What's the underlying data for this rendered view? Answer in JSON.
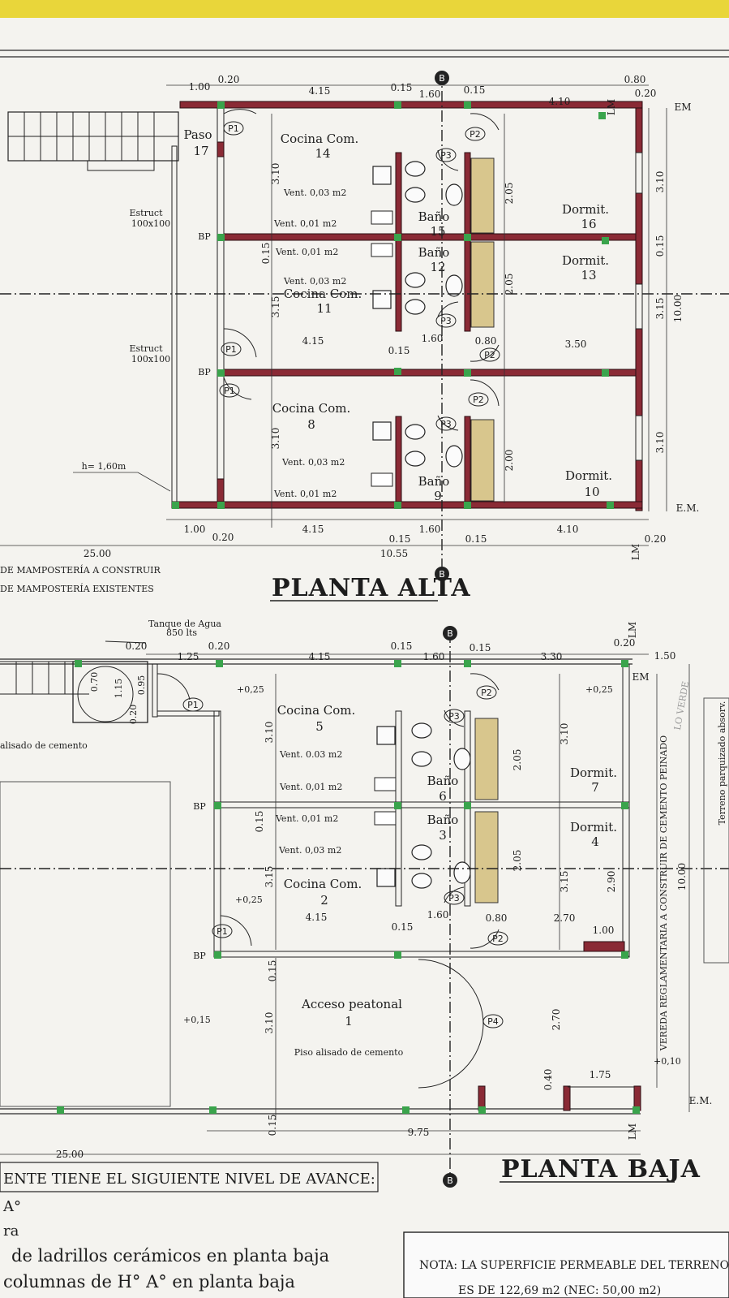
{
  "sections": {
    "upper": {
      "title": "PLANTA ALTA",
      "rooms": {
        "paso": "Paso",
        "paso_n": "17",
        "cocina14": "Cocina Com.",
        "cocina14_n": "14",
        "cocina11": "Cocina Com.",
        "cocina11_n": "11",
        "cocina8": "Cocina Com.",
        "cocina8_n": "8",
        "bano15": "Baño",
        "bano15_n": "15",
        "bano12": "Baño",
        "bano12_n": "12",
        "bano9": "Baño",
        "bano9_n": "9",
        "dormit16": "Dormit.",
        "dormit16_n": "16",
        "dormit13": "Dormit.",
        "dormit13_n": "13",
        "dormit10": "Dormit.",
        "dormit10_n": "10"
      },
      "notes": {
        "estruct1": "Estruct",
        "estruct1b": "100x100",
        "estruct2": "Estruct",
        "estruct2b": "100x100",
        "h": "h= 1,60m",
        "bp1": "BP",
        "bp2": "BP",
        "vent_a": "Vent. 0,03 m2",
        "vent_b": "Vent. 0,01 m2",
        "vent_c": "Vent. 0,01 m2",
        "vent_d": "Vent. 0,03 m2",
        "vent_e": "Vent. 0,03 m2",
        "vent_f": "Vent. 0,01 m2"
      },
      "dims": {
        "d100": "1.00",
        "d020": "0.20",
        "d415": "4.15",
        "d015a": "0.15",
        "d160": "1.60",
        "d015b": "0.15",
        "d410": "4.10",
        "d080": "0.80",
        "d020b": "0.20",
        "d310a": "3.10",
        "d315": "3.15",
        "d310b": "3.10",
        "d015v": "0.15",
        "d415m": "4.15",
        "d160m": "1.60",
        "d015m": "0.15",
        "d080m": "0.80",
        "d350": "3.50",
        "d205a": "2.05",
        "d205b": "2.05",
        "d200": "2.00",
        "d310r": "3.10",
        "d015r": "0.15",
        "d315r": "3.15",
        "d310r2": "3.10",
        "d1000": "10.00",
        "b100": "1.00",
        "b020": "0.20",
        "b415": "4.15",
        "b015": "0.15",
        "b160": "1.60",
        "b015b": "0.15",
        "b410": "4.10",
        "b020r": "0.20",
        "b2500": "25.00",
        "b1055": "10.55",
        "em": "EM",
        "em2": "E.M.",
        "lm": "LM",
        "lm2": "LM",
        "b": "B",
        "b2": "B"
      },
      "legend1": "DE MAMPOSTERÍA A CONSTRUIR",
      "legend2": "DE MAMPOSTERÍA EXISTENTES"
    },
    "lower": {
      "title": "PLANTA BAJA",
      "rooms": {
        "cocina5": "Cocina Com.",
        "cocina5_n": "5",
        "cocina2": "Cocina Com.",
        "cocina2_n": "2",
        "bano6": "Baño",
        "bano6_n": "6",
        "bano3": "Baño",
        "bano3_n": "3",
        "dormit7": "Dormit.",
        "dormit7_n": "7",
        "dormit4": "Dormit.",
        "dormit4_n": "4",
        "acceso": "Acceso peatonal",
        "acceso_n": "1",
        "piso": "Piso alisado de cemento"
      },
      "notes": {
        "tanque": "Tanque de Agua",
        "tanque2": "850 lts",
        "alisado": "alisado de cemento",
        "vent_a": "Vent. 0.03 m2",
        "vent_b": "Vent. 0,01 m2",
        "vent_c": "Vent. 0,01 m2",
        "vent_d": "Vent. 0,03 m2",
        "bp1": "BP",
        "bp2": "BP",
        "lvl1": "+0,25",
        "lvl2": "+0,25",
        "lvl3": "+0,25",
        "lvl4": "+0,15",
        "lvl5": "+0,10",
        "vereda": "VEREDA REGLAMENTARIA A CONSTRUIR DE CEMENTO PEINADO",
        "terreno": "Terreno parquizado absorv.",
        "verde": "LO VERDE"
      },
      "dims": {
        "d020": "0.20",
        "d125": "1.25",
        "d020b": "0.20",
        "d415": "4.15",
        "d015": "0.15",
        "d160": "1.60",
        "d015b": "0.15",
        "d330": "3.30",
        "d020c": "0.20",
        "d150": "1.50",
        "d070": "0.70",
        "d115": "1.15",
        "d095": "0.95",
        "d020v": "0.20",
        "d310": "3.10",
        "d015v": "0.15",
        "d315": "3.15",
        "d205a": "2.05",
        "d205b": "2.05",
        "d415m": "4.15",
        "d160m": "1.60",
        "d015m": "0.15",
        "d080m": "0.80",
        "d270m": "2.70",
        "d100m": "1.00",
        "d310r": "3.10",
        "d315r": "3.15",
        "d290": "2.90",
        "d1000": "10.00",
        "d310b": "3.10",
        "d015c": "0.15",
        "d270": "2.70",
        "d040": "0.40",
        "d175": "1.75",
        "d015bot": "0.15",
        "d975": "9.75",
        "d2500": "25.00",
        "em": "EM",
        "em2": "E.M.",
        "lm": "LM",
        "lm2": "LM",
        "b": "B",
        "b2": "B"
      }
    }
  },
  "doors": [
    "P1",
    "P2",
    "P3",
    "P4"
  ],
  "bottom_text": {
    "l1": "ENTE TIENE EL SIGUIENTE NIVEL DE AVANCE:",
    "l2": "A°",
    "l3": "ra",
    "l4": "de ladrillos cerámicos en planta baja",
    "l5": "columnas de H° A° en planta baja"
  },
  "nota": {
    "l1": "NOTA: LA SUPERFICIE PERMEABLE DEL TERRENO",
    "l2": "ES DE 122,69 m2 (NEC: 50,00 m2)"
  },
  "colors": {
    "wall": "#8a2a35",
    "column": "#3aa44c",
    "hatch": "#d8c68d",
    "band": "#e9d63a"
  }
}
